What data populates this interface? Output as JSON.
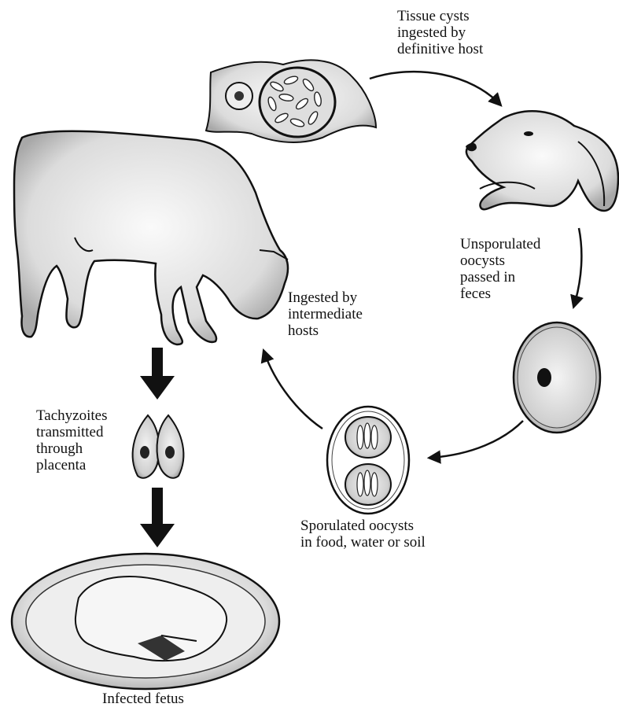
{
  "labels": {
    "tissue_cysts": "Tissue cysts\ningested by\ndefinitive host",
    "unsporulated": "Unsporulated\noocysts\npassed in\nfeces",
    "ingested_intermediate": "Ingested by\nintermediate\nhosts",
    "tachyzoites": "Tachyzoites\ntransmitted\nthrough\nplacenta",
    "sporulated": "Sporulated oocysts\nin food, water or soil",
    "infected_fetus": "Infected fetus"
  }
}
